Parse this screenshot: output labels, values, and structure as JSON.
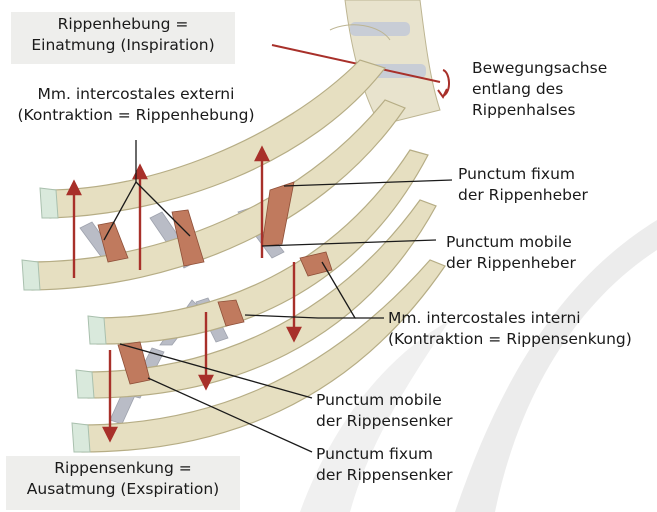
{
  "boxes": {
    "top": {
      "line1": "Rippenhebung =",
      "line2": "Einatmung (Inspiration)"
    },
    "bottom": {
      "line1": "Rippensenkung =",
      "line2": "Ausatmung (Exspiration)"
    }
  },
  "labels": {
    "axis": {
      "line1": "Bewegungsachse",
      "line2": "entlang des",
      "line3": "Rippenhalses"
    },
    "externi": {
      "line1": "Mm. intercostales externi",
      "line2": "(Kontraktion = Rippenhebung)"
    },
    "fixum_heber": {
      "line1": "Punctum fixum",
      "line2": "der Rippenheber"
    },
    "mobile_heber": {
      "line1": "Punctum mobile",
      "line2": "der Rippenheber"
    },
    "interni": {
      "line1": "Mm. intercostales interni",
      "line2": "(Kontraktion = Rippensenkung)"
    },
    "mobile_senker": {
      "line1": "Punctum mobile",
      "line2": "der Rippensenker"
    },
    "fixum_senker": {
      "line1": "Punctum fixum",
      "line2": "der Rippensenker"
    }
  },
  "colors": {
    "box_bg": "#eeeeec",
    "rib_fill": "#e6dfc1",
    "rib_edge": "#b6ad85",
    "cartilage": "#d9e9dc",
    "muscle": "#c07a5e",
    "arrow": "#a8302a",
    "interni": "#b9bcc6",
    "watermark": "#ebebeb"
  }
}
